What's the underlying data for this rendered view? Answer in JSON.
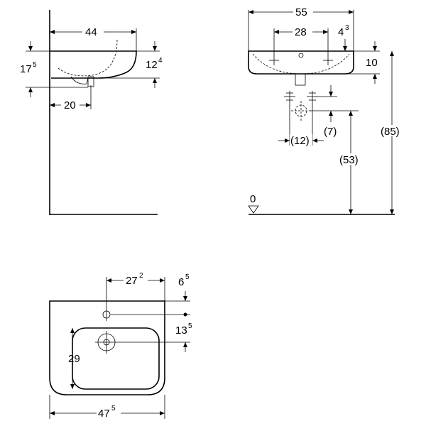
{
  "side_view": {
    "width_top": "44",
    "height_a_main": "17",
    "height_a_sup": "5",
    "height_b_main": "12",
    "height_b_sup": "4",
    "offset_drain": "20"
  },
  "front_view": {
    "width_total": "55",
    "tap_spacing": "28",
    "edge_main": "4",
    "edge_sup": "3",
    "rim_depth": "10",
    "fix_height": "(85)",
    "drain_height": "(53)",
    "drain_offset_v": "(7)",
    "drain_offset_h": "(12)",
    "floor_level": "0"
  },
  "top_view": {
    "tap_from_right_main": "27",
    "tap_from_right_sup": "2",
    "tap_from_back_main": "6",
    "tap_from_back_sup": "5",
    "drain_from_back_main": "13",
    "drain_from_back_sup": "5",
    "bowl_depth": "29",
    "width_main": "47",
    "width_sup": "5"
  }
}
